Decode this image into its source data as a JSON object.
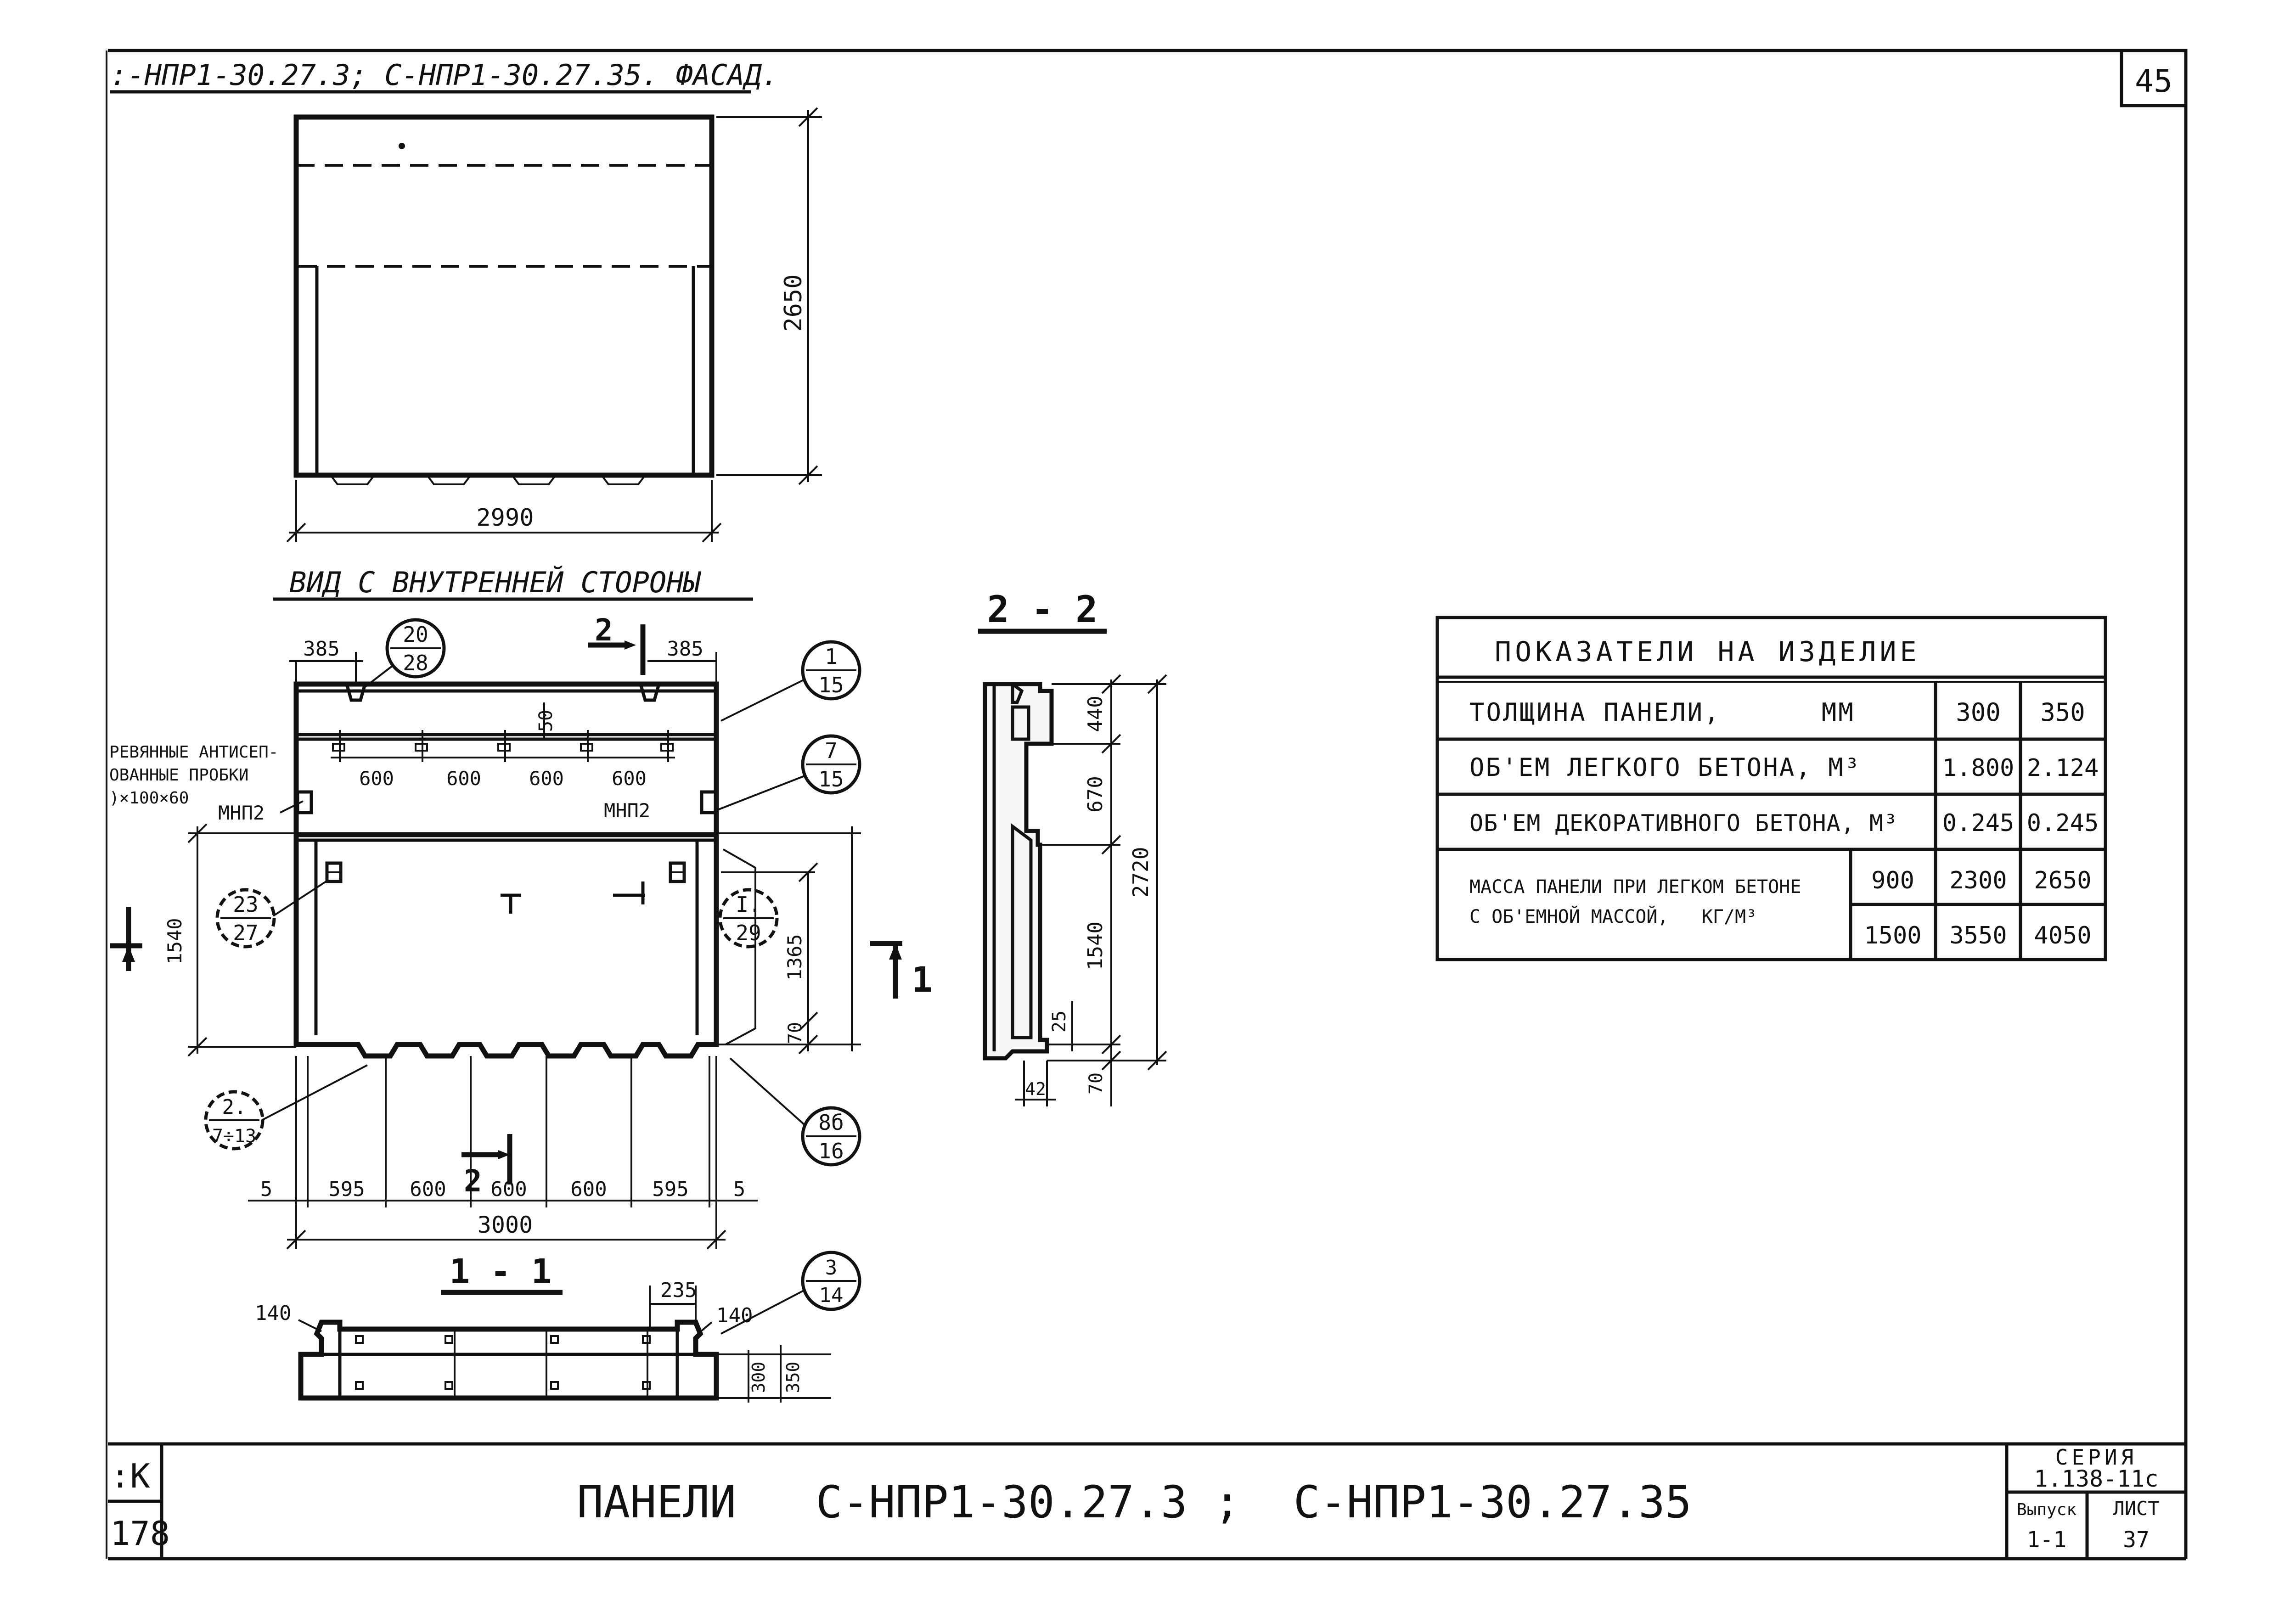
{
  "sheet_number": "45",
  "facade": {
    "title": ":-НПР1-30.27.3; С-НПР1-30.27.35. ФАСАД.",
    "dim_height": "2650",
    "dim_width": "2990"
  },
  "inner_view": {
    "title": "ВИД С ВНУТРЕННЕЙ СТОРОНЫ",
    "dims": {
      "top_left": "385",
      "top_right": "385",
      "d50": "50",
      "d600a": "600",
      "d600b": "600",
      "d600c": "600",
      "d600d": "600",
      "h1540": "1540",
      "h1365": "1365",
      "h70": "70",
      "b5a": "5",
      "b595a": "595",
      "b600a": "600",
      "b600b": "600",
      "b600c": "600",
      "b595b": "595",
      "b5b": "5",
      "total": "3000"
    },
    "callouts": [
      {
        "top": "20",
        "bottom": "28"
      },
      {
        "top": "1",
        "bottom": "15"
      },
      {
        "top": "7",
        "bottom": "15"
      },
      {
        "top": "23",
        "bottom": "27"
      },
      {
        "top": "I.",
        "bottom": "29"
      },
      {
        "top": "2.",
        "bottom": "7÷13"
      },
      {
        "top": "8б",
        "bottom": "16"
      }
    ],
    "note": [
      "РЕВЯННЫЕ АНТИСЕП-",
      "ОВАННЫЕ ПРОБКИ",
      ")×100×60"
    ],
    "mnp2_left": "МНП2",
    "mnp2_right": "МНП2",
    "section_mark_2": "2",
    "section_mark_1": "1"
  },
  "section_2_2": {
    "title": "2 - 2",
    "dims": {
      "d440": "440",
      "d670": "670",
      "d1540": "1540",
      "d2720": "2720",
      "d25": "25",
      "d70": "70",
      "d42": "42"
    }
  },
  "section_1_1": {
    "title": "1 - 1",
    "dims": {
      "d140a": "140",
      "d235": "235",
      "d140b": "140",
      "d300": "300",
      "d350": "350"
    },
    "callout": {
      "top": "3",
      "bottom": "14"
    }
  },
  "indicators": {
    "title": "ПОКАЗАТЕЛИ НА ИЗДЕЛИЕ",
    "thickness_label": "ТОЛЩИНА ПАНЕЛИ,      ММ",
    "thickness_values": [
      "300",
      "350"
    ],
    "light_concrete_label": "ОБ'ЕМ ЛЕГКОГО БЕТОНА, М³",
    "light_concrete_values": [
      "1.800",
      "2.124"
    ],
    "decor_concrete_label": "ОБ'ЕМ ДЕКОРАТИВНОГО БЕТОНА, М³",
    "decor_concrete_values": [
      "0.245",
      "0.245"
    ],
    "mass_label_1": "МАССА ПАНЕЛИ ПРИ ЛЕГКОМ БЕТОНЕ",
    "mass_label_2": "С ОБ'ЕМНОЙ МАССОЙ,   КГ/М³",
    "mass_rows": [
      {
        "density": "900",
        "values": [
          "2300",
          "2650"
        ]
      },
      {
        "density": "1500",
        "values": [
          "3550",
          "4050"
        ]
      }
    ]
  },
  "title_block": {
    "left_top": ":K",
    "left_bottom": "178",
    "main_title": "ПАНЕЛИ   С-НПР1-30.27.3 ;  С-НПР1-30.27.35",
    "series_label": "СЕРИЯ",
    "series_value": "1.138-11с",
    "issue_label": "Выпуск",
    "issue_value": "1-1",
    "sheet_label": "ЛИСТ",
    "sheet_value": "37"
  }
}
